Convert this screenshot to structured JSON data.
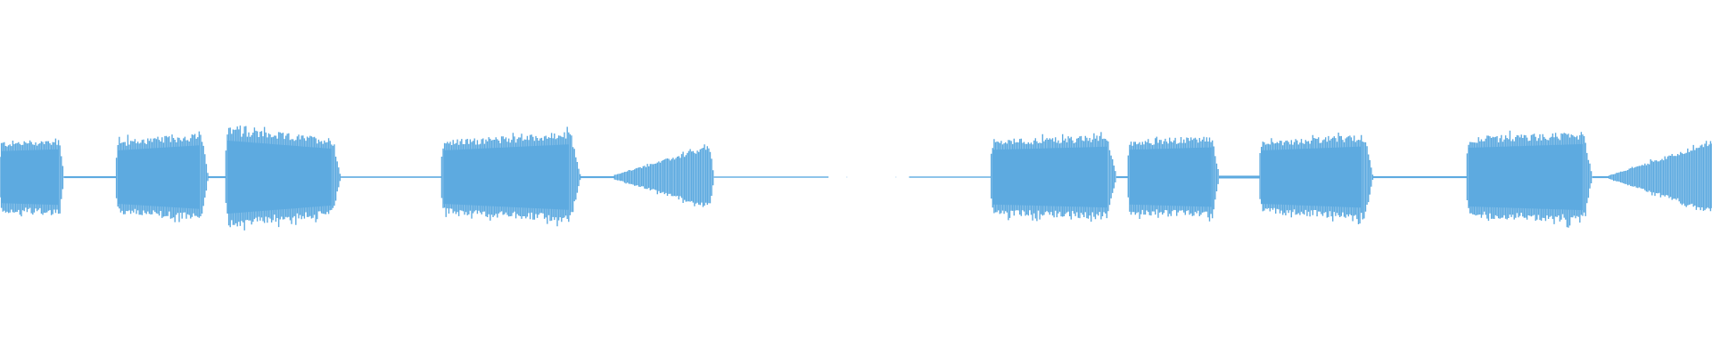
{
  "waveform": {
    "color": "#5DAAE0",
    "amplitude_range": [
      -1,
      1
    ],
    "segments": [
      {
        "kind": "burst",
        "start": 0.0,
        "end": 0.0375,
        "env_start": 0.78,
        "env_end": 0.84,
        "tail_start": 0.02
      },
      {
        "kind": "silence",
        "start": 0.0375,
        "end": 0.068,
        "level": 0.02
      },
      {
        "kind": "burst",
        "start": 0.068,
        "end": 0.1215,
        "env_start": 0.8,
        "env_end": 0.97
      },
      {
        "kind": "silence",
        "start": 0.1215,
        "end": 0.132,
        "level": 0.02
      },
      {
        "kind": "burst",
        "start": 0.132,
        "end": 0.199,
        "env_start": 1.1,
        "env_end": 0.83,
        "tail_start": 0.03
      },
      {
        "kind": "silence",
        "start": 0.199,
        "end": 0.258,
        "level": 0.015
      },
      {
        "kind": "burst",
        "start": 0.258,
        "end": 0.339,
        "env_start": 0.8,
        "env_end": 1.0
      },
      {
        "kind": "silence",
        "start": 0.339,
        "end": 0.359,
        "level": 0.02
      },
      {
        "kind": "ramp",
        "start": 0.359,
        "end": 0.417,
        "env_start": 0.05,
        "env_end": 0.72
      },
      {
        "kind": "silence",
        "start": 0.417,
        "end": 0.484,
        "level": 0.012
      },
      {
        "kind": "gap",
        "start": 0.484,
        "end": 0.531
      },
      {
        "kind": "silence",
        "start": 0.531,
        "end": 0.579,
        "level": 0.012
      },
      {
        "kind": "burst",
        "start": 0.579,
        "end": 0.652,
        "env_start": 0.82,
        "env_end": 0.92
      },
      {
        "kind": "silence",
        "start": 0.652,
        "end": 0.659,
        "level": 0.02
      },
      {
        "kind": "burst",
        "start": 0.659,
        "end": 0.712,
        "env_start": 0.82,
        "env_end": 0.9,
        "tail_start": 0.04
      },
      {
        "kind": "silence",
        "start": 0.712,
        "end": 0.736,
        "level": 0.03
      },
      {
        "kind": "burst",
        "start": 0.736,
        "end": 0.802,
        "env_start": 0.8,
        "env_end": 0.93,
        "tail_start": 0.03
      },
      {
        "kind": "silence",
        "start": 0.802,
        "end": 0.857,
        "level": 0.02
      },
      {
        "kind": "burst",
        "start": 0.857,
        "end": 0.93,
        "env_start": 0.88,
        "env_end": 1.0
      },
      {
        "kind": "silence",
        "start": 0.93,
        "end": 0.94,
        "level": 0.02
      },
      {
        "kind": "ramp",
        "start": 0.94,
        "end": 1.0,
        "env_start": 0.04,
        "env_end": 0.8
      }
    ]
  }
}
